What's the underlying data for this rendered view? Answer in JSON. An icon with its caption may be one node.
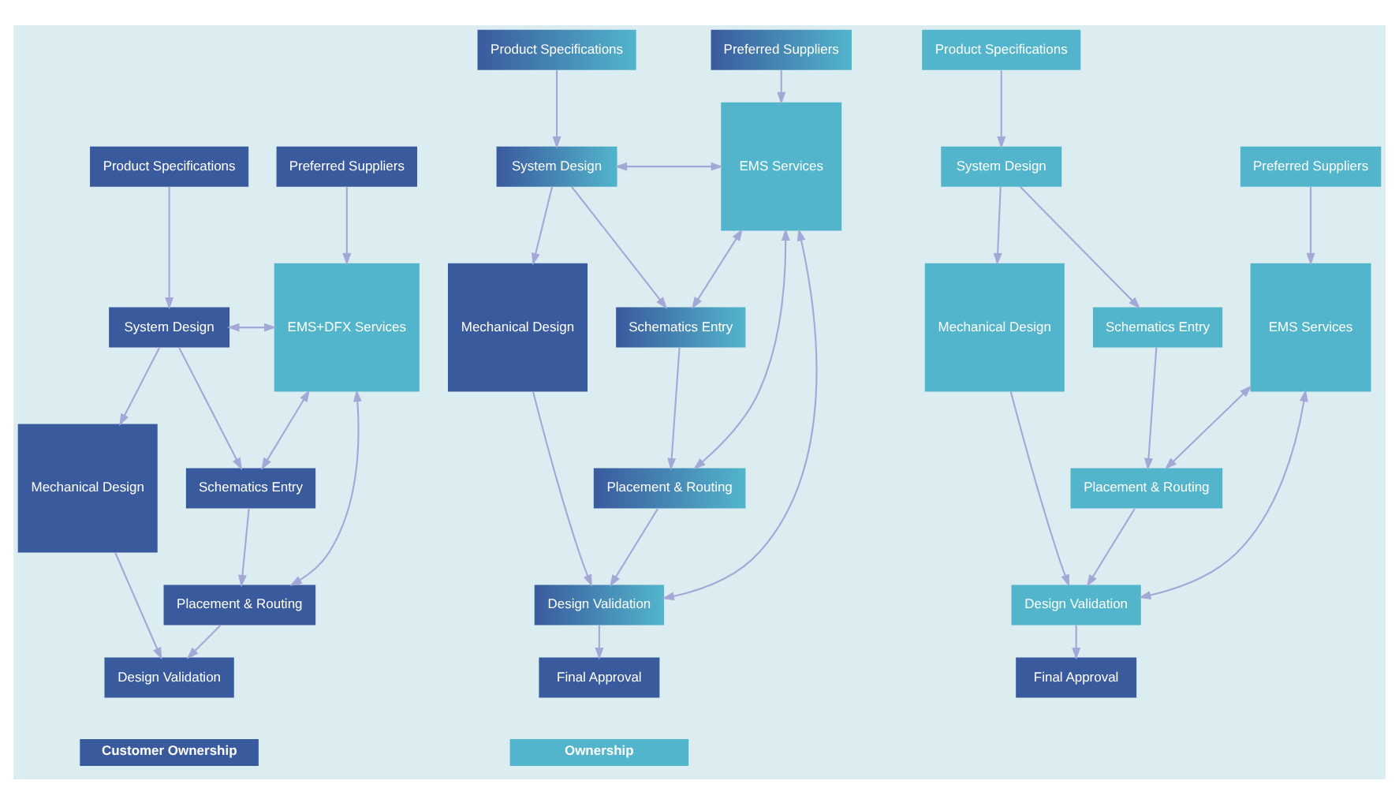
{
  "diagram": {
    "nodes": [
      {
        "text": [
          "Product Specifications"
        ]
      },
      {
        "text": [
          "Preferred Suppliers"
        ]
      },
      {
        "text": [
          "System Design"
        ]
      },
      {
        "text": [
          "EMS+DFX Services"
        ]
      },
      {
        "text": [
          "Mechanical Design"
        ]
      },
      {
        "text": [
          "Schematics Entry"
        ]
      },
      {
        "text": [
          "Placement & Routing"
        ]
      },
      {
        "text": [
          "Design Validation"
        ]
      },
      {
        "text": [
          "Product Specifications"
        ]
      },
      {
        "text": [
          "Preferred Suppliers"
        ]
      },
      {
        "text": [
          "System Design"
        ]
      },
      {
        "text": [
          "EMS Services"
        ]
      },
      {
        "text": [
          "Mechanical Design"
        ]
      },
      {
        "text": [
          "Schematics Entry"
        ]
      },
      {
        "text": [
          "Placement & Routing"
        ]
      },
      {
        "text": [
          "Design Validation"
        ]
      },
      {
        "text": [
          "Final Approval"
        ]
      },
      {
        "text": [
          "Product Specifications"
        ]
      },
      {
        "text": [
          "System Design"
        ]
      },
      {
        "text": [
          "Preferred Suppliers"
        ]
      },
      {
        "text": [
          "Mechanical Design"
        ]
      },
      {
        "text": [
          "Schematics Entry"
        ]
      },
      {
        "text": [
          "Placement & Routing"
        ]
      },
      {
        "text": [
          "EMS Services"
        ]
      },
      {
        "text": [
          "Design Validation"
        ]
      },
      {
        "text": [
          "Final Approval"
        ]
      }
    ],
    "edges": [
      {
        "from": 0,
        "to": 2,
        "arrow": "to"
      },
      {
        "from": 1,
        "to": 3,
        "arrow": "to"
      },
      {
        "from": 2,
        "to": 3,
        "arrow": "both"
      },
      {
        "from": 2,
        "to": 4,
        "arrow": "to"
      },
      {
        "from": 2,
        "to": 5,
        "arrow": "to"
      },
      {
        "from": 5,
        "to": 3,
        "arrow": "both"
      },
      {
        "from": 5,
        "to": 6,
        "arrow": "to"
      },
      {
        "from": 6,
        "to": 3,
        "arrow": "both"
      },
      {
        "from": 6,
        "to": 7,
        "arrow": "to"
      },
      {
        "from": 4,
        "to": 7,
        "arrow": "to"
      },
      {
        "from": 8,
        "to": 10,
        "arrow": "to"
      },
      {
        "from": 9,
        "to": 11,
        "arrow": "to"
      },
      {
        "from": 10,
        "to": 11,
        "arrow": "both"
      },
      {
        "from": 10,
        "to": 12,
        "arrow": "to"
      },
      {
        "from": 10,
        "to": 13,
        "arrow": "to"
      },
      {
        "from": 13,
        "to": 11,
        "arrow": "both"
      },
      {
        "from": 13,
        "to": 14,
        "arrow": "to"
      },
      {
        "from": 14,
        "to": 11,
        "arrow": "both"
      },
      {
        "from": 14,
        "to": 15,
        "arrow": "to"
      },
      {
        "from": 12,
        "to": 15,
        "arrow": "to"
      },
      {
        "from": 15,
        "to": 11,
        "arrow": "both"
      },
      {
        "from": 15,
        "to": 16,
        "arrow": "to"
      },
      {
        "from": 17,
        "to": 18,
        "arrow": "to"
      },
      {
        "from": 19,
        "to": 23,
        "arrow": "to"
      },
      {
        "from": 18,
        "to": 20,
        "arrow": "to"
      },
      {
        "from": 18,
        "to": 21,
        "arrow": "to"
      },
      {
        "from": 21,
        "to": 22,
        "arrow": "to"
      },
      {
        "from": 22,
        "to": 23,
        "arrow": "both"
      },
      {
        "from": 22,
        "to": 24,
        "arrow": "to"
      },
      {
        "from": 20,
        "to": 24,
        "arrow": "to"
      },
      {
        "from": 24,
        "to": 23,
        "arrow": "both"
      },
      {
        "from": 24,
        "to": 25,
        "arrow": "to"
      }
    ],
    "legend": [
      {
        "text": "Customer Ownership",
        "color": "#3a5a9e"
      },
      {
        "text": "Ownership",
        "color": "#52b5cb"
      }
    ]
  }
}
